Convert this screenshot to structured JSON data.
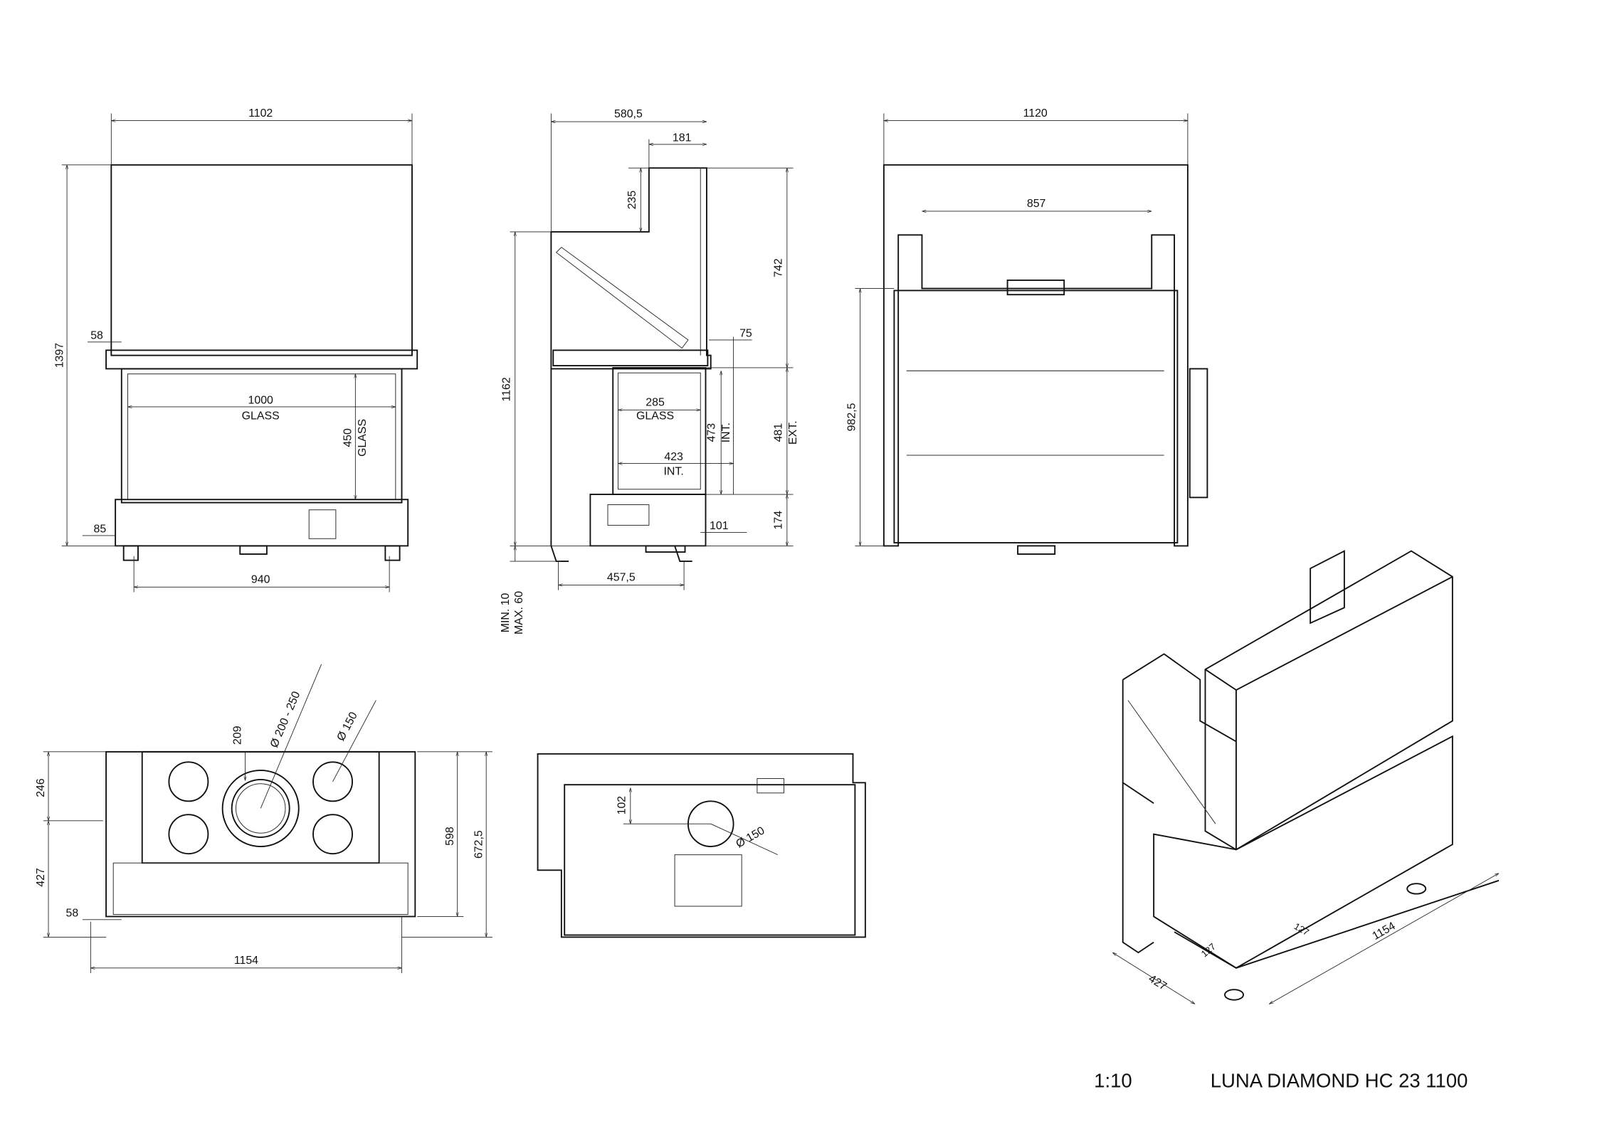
{
  "title": {
    "scale": "1:10",
    "model": "LUNA DIAMOND HC 23 1100"
  },
  "front_view": {
    "width": "1102",
    "height": "1397",
    "offset_top": "58",
    "glass_width": "1000",
    "glass_label": "GLASS",
    "glass_height": "450",
    "base_height": "85",
    "feet_span": "940"
  },
  "side_view": {
    "depth": "580,5",
    "flue_offset": "181",
    "step_height": "235",
    "upper_height": "742",
    "body_height": "1162",
    "flange": "75",
    "glass_width": "285",
    "glass_label": "GLASS",
    "int_height": "473",
    "int_label": "INT.",
    "ext_height": "481",
    "ext_label": "EXT.",
    "int_depth": "423",
    "base_height": "174",
    "base_offset": "101",
    "feet_span": "457,5",
    "leg_min": "MIN. 10",
    "leg_max": "MAX. 60"
  },
  "rear_view": {
    "width": "1120",
    "inner_width": "857",
    "height": "982,5"
  },
  "top_view": {
    "front_depth": "246",
    "rear_depth": "427",
    "side_offset": "58",
    "flue_offset": "209",
    "flue_diameter": "Ø 200 - 250",
    "vent_diameter": "Ø 150",
    "depth_inner": "598",
    "depth_total": "672,5",
    "width": "1154"
  },
  "bottom_view": {
    "inlet_offset": "102",
    "inlet_diameter": "Ø 150"
  },
  "iso_view": {
    "depth": "427",
    "frame_left": "127",
    "frame_right": "127",
    "width": "1154"
  }
}
